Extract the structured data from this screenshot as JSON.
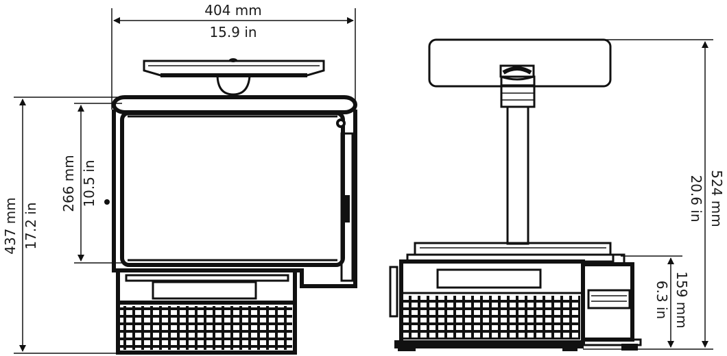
{
  "front_view": {
    "width_mm": "404 mm",
    "width_in": "15.9 in",
    "height_mm": "437 mm",
    "height_in": "17.2 in",
    "screen_mm": "266 mm",
    "screen_in": "10.5 in"
  },
  "side_view": {
    "height_mm": "524 mm",
    "height_in": "20.6 in",
    "base_mm": "159 mm",
    "base_in": "6.3 in"
  }
}
